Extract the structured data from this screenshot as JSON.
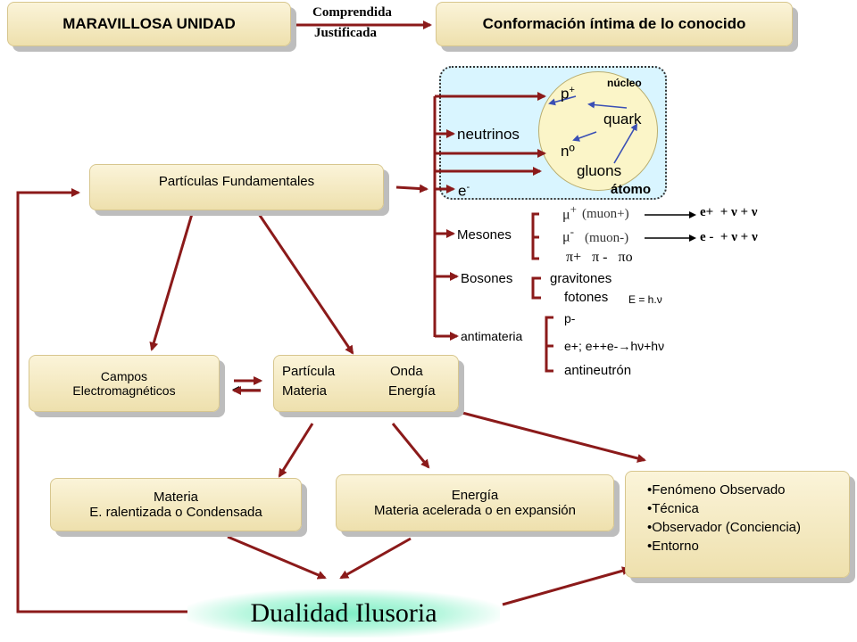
{
  "header": {
    "left_box": "MARAVILLOSA UNIDAD",
    "connector_line1": "Comprendida",
    "connector_line2": "Justificada",
    "right_box": "Conformación íntima de lo conocido"
  },
  "atom": {
    "nucleo": "núcleo",
    "proton": "p+",
    "quark": "quark",
    "neutron": "nº",
    "gluons": "gluons",
    "atomo": "átomo",
    "neutrinos": "neutrinos",
    "electron": "e-"
  },
  "mesones": {
    "label": "Mesones",
    "muon_plus_sym": "μ+",
    "muon_plus_text": "(muon+)",
    "muon_minus_sym": "μ-",
    "muon_minus_text": "(muon-)",
    "decay_plus": "e+  + ν + ν",
    "decay_minus": "e -  + ν + ν",
    "pions": "π+   π -   πo"
  },
  "bosones": {
    "label": "Bosones",
    "gravitones": "gravitones",
    "fotones": "fotones",
    "fotones_formula": "E = h.ν"
  },
  "antimateria": {
    "label": "antimateria",
    "item1": "p-",
    "item2": "e+; e++e-→hν+hν",
    "item3": "antineutrón"
  },
  "boxes": {
    "particulas": "Partículas Fundamentales",
    "campos_line1": "Campos",
    "campos_line2": "Electromagnéticos",
    "particula": "Partícula",
    "onda": "Onda",
    "materia": "Materia",
    "energia": "Energía",
    "materia_box_line1": "Materia",
    "materia_box_line2": "E. ralentizada o Condensada",
    "energia_box_line1": "Energía",
    "energia_box_line2": "Materia acelerada o en expansión",
    "list": [
      "Fenómeno Observado",
      "Técnica",
      "Observador (Conciencia)",
      "Entorno"
    ]
  },
  "dualidad": "Dualidad Ilusoria",
  "colors": {
    "arrow": "#8b1a1a",
    "box_top": "#fbf4d9",
    "box_bottom": "#eee0ad",
    "panel": "#d9f5ff",
    "nucleus": "#fbf5c8"
  }
}
